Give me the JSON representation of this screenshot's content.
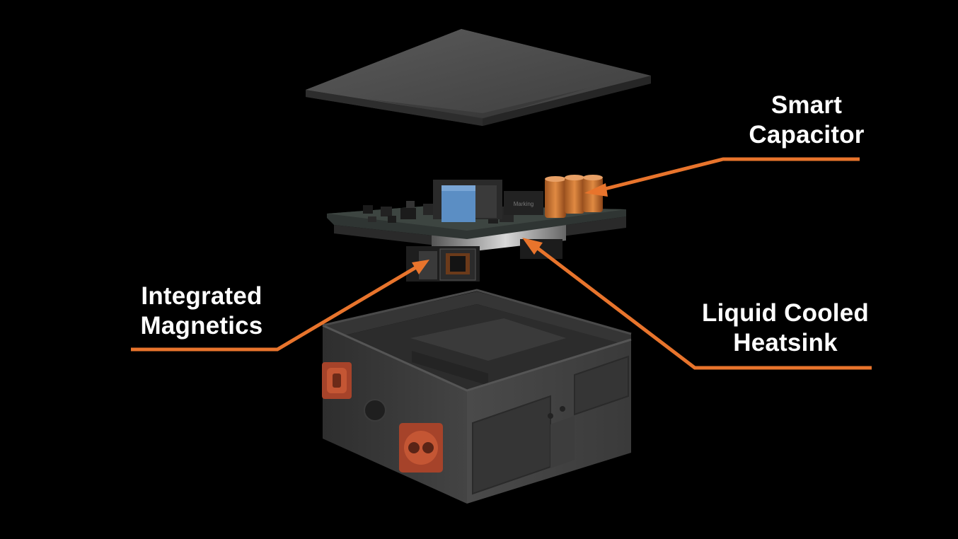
{
  "labels": {
    "smart_capacitor": {
      "line1": "Smart",
      "line2": "Capacitor"
    },
    "integrated_magnetics": {
      "line1": "Integrated",
      "line2": "Magnetics"
    },
    "liquid_cooled_heatsink": {
      "line1": "Liquid Cooled",
      "line2": "Heatsink"
    }
  },
  "components": {
    "pcb_marking": "Marking"
  },
  "colors": {
    "background": "#000000",
    "accent": "#e8742c",
    "label_text": "#ffffff",
    "housing": "#3c3c3c",
    "connector": "#b5472a",
    "capacitor": "#c8712e",
    "transformer": "#5b8ec4"
  }
}
